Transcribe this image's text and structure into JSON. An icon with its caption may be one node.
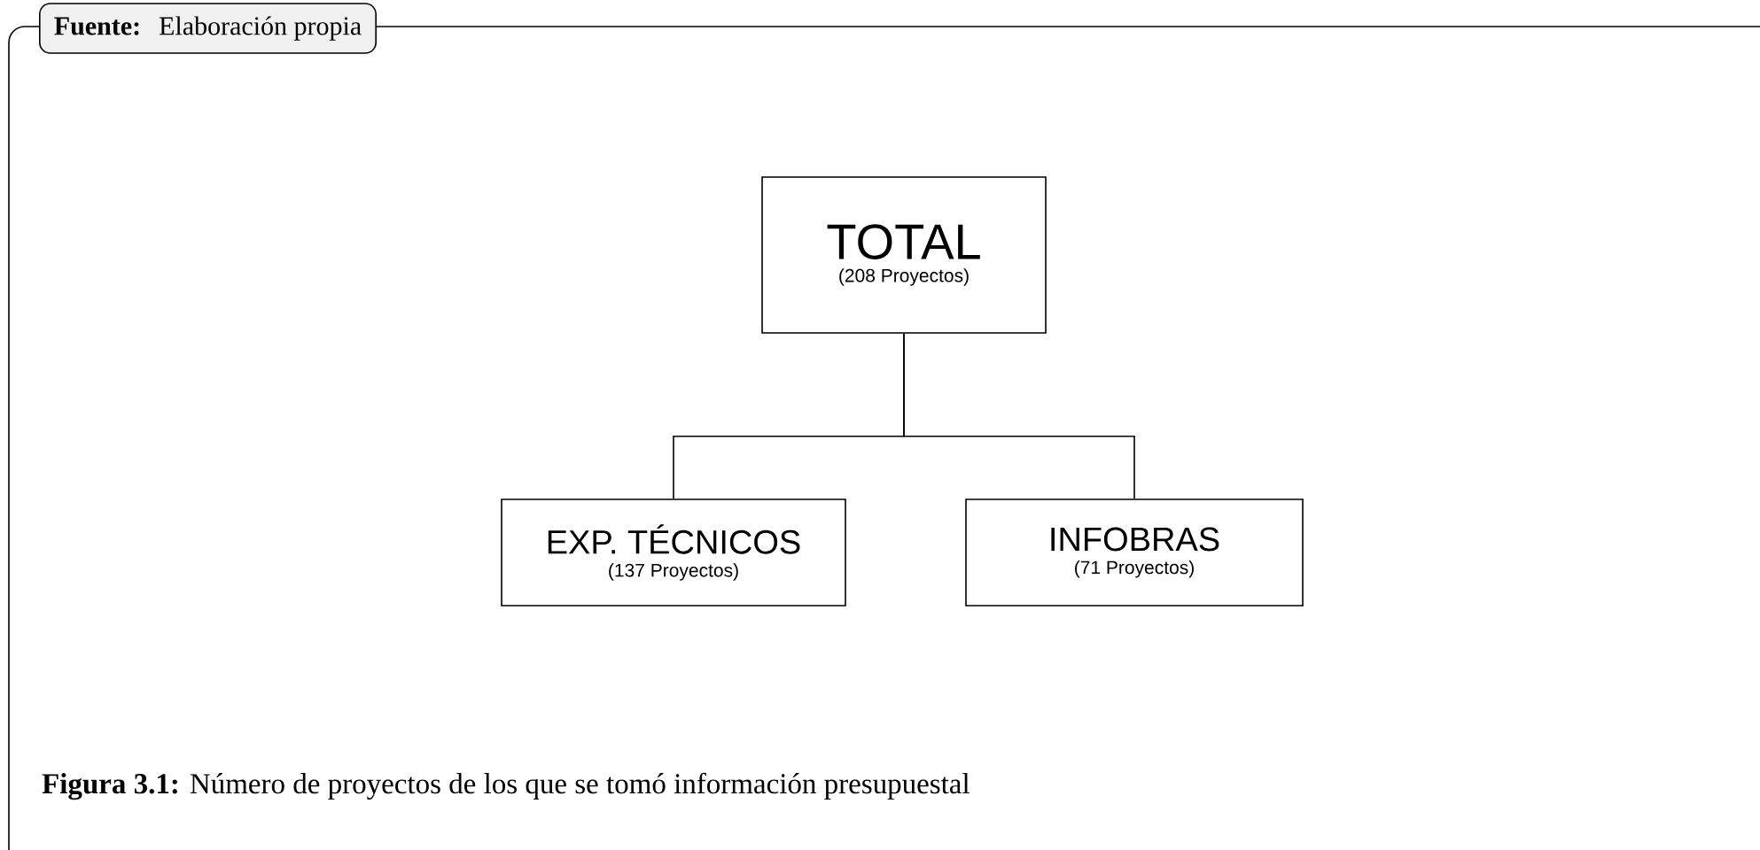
{
  "diagram": {
    "caption": "**Figura 3.1:** Número de proyectos de los que se tomó información presupuestal",
    "nodes": [
      {
        "text": [
          "Fuente:",
          "Elaboración propia"
        ]
      },
      {
        "text": [
          "TOTAL",
          "(208 Proyectos)"
        ]
      },
      {
        "text": [
          "EXP. TÉCNICOS",
          "(137 Proyectos)"
        ]
      },
      {
        "text": [
          "INFOBRAS",
          "(71 Proyectos)"
        ]
      }
    ],
    "edges": [
      {
        "from": 1,
        "to": 2,
        "arrow": "none"
      },
      {
        "from": 1,
        "to": 3,
        "arrow": "none"
      }
    ]
  }
}
